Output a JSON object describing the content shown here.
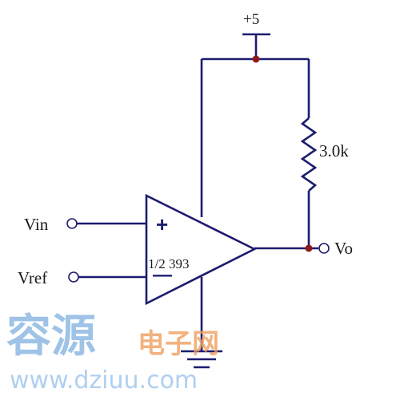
{
  "circuit": {
    "supply_label": "+5",
    "resistor_label": "3.0k",
    "input_label": "Vin",
    "reference_label": "Vref",
    "output_label": "Vo",
    "chip_label": "1/2 393",
    "plus_sign": "+",
    "minus_sign": "—"
  },
  "watermark": {
    "title_big": "容源",
    "title_small": "电子网",
    "url": "www.dziuu.com"
  },
  "colors": {
    "wire": "#1c1c6e",
    "junction": "#8b1a1a",
    "watermark_blue": "#7fb0e0",
    "watermark_orange": "#f0a060"
  }
}
